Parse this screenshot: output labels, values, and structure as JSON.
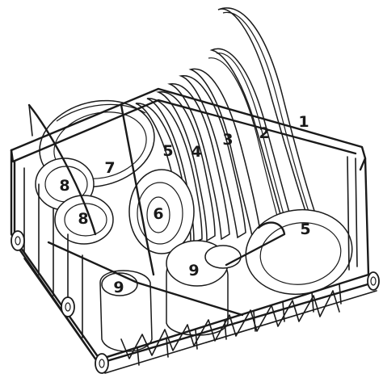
{
  "diagram": {
    "labels": [
      "1",
      "2",
      "3",
      "4",
      "5",
      "6",
      "7",
      "8",
      "8",
      "9",
      "9",
      "5"
    ]
  }
}
